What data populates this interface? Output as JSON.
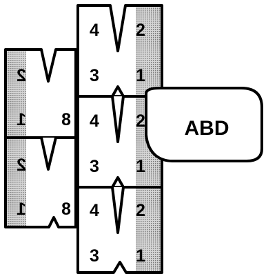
{
  "colors": {
    "shade": "#b8b8b8",
    "ink": "#000000",
    "paper": "#ffffff"
  },
  "label": "ABD",
  "front_stack": [
    {
      "n_tl": "4",
      "n_tr": "2",
      "n_bl": "3",
      "n_br": "1"
    },
    {
      "n_tl": "4",
      "n_tr": "2",
      "n_bl": "3",
      "n_br": "1"
    },
    {
      "n_tl": "4",
      "n_tr": "2",
      "n_bl": "3",
      "n_br": "1"
    }
  ],
  "back_stack": [
    {
      "n_mirror_left": "2",
      "n_mirror_bottom": "1",
      "n_edge": "8"
    },
    {
      "n_mirror_left": "2",
      "n_mirror_bottom": "1",
      "n_edge": "8"
    }
  ]
}
